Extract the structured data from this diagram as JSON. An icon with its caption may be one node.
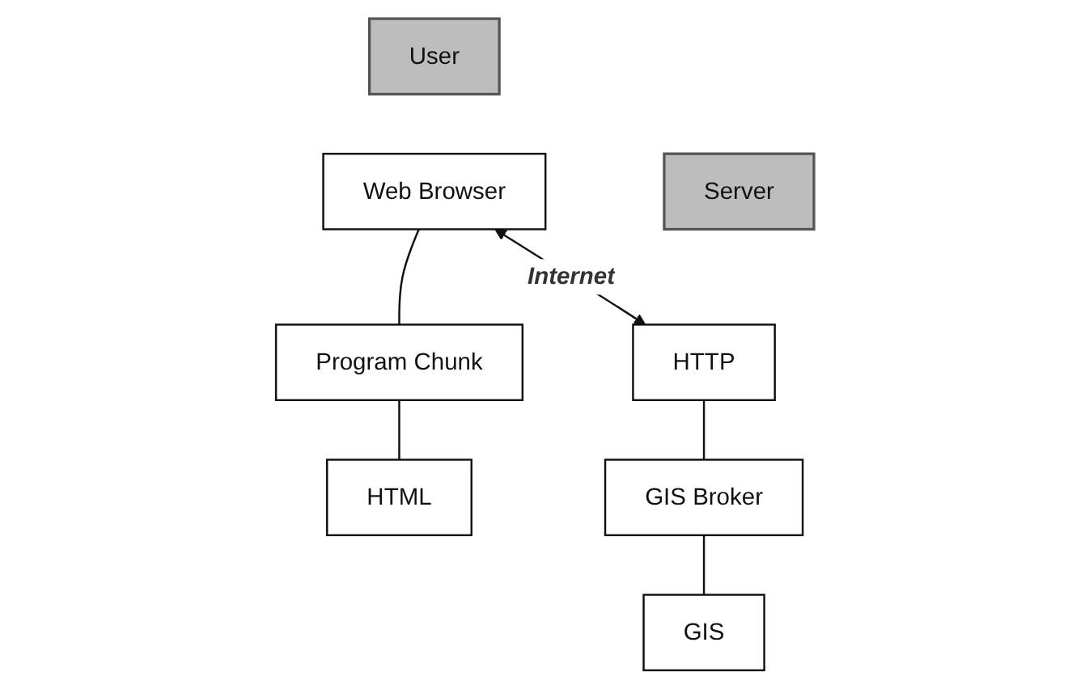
{
  "diagram": {
    "nodes": [
      {
        "text": [
          "User"
        ]
      },
      {
        "text": [
          "Server"
        ]
      },
      {
        "text": [
          "Web Browser"
        ]
      },
      {
        "text": [
          "Program Chunk"
        ]
      },
      {
        "text": [
          "HTML"
        ]
      },
      {
        "text": [
          "HTTP"
        ]
      },
      {
        "text": [
          "GIS Broker"
        ]
      },
      {
        "text": [
          "GIS"
        ]
      }
    ],
    "edges": [
      {
        "from": 2,
        "to": 5,
        "arrow": "both",
        "label": "Internet"
      },
      {
        "from": 2,
        "to": 3,
        "arrow": "none"
      },
      {
        "from": 3,
        "to": 4,
        "arrow": "none"
      },
      {
        "from": 5,
        "to": 6,
        "arrow": "none"
      },
      {
        "from": 6,
        "to": 7,
        "arrow": "none"
      }
    ]
  }
}
